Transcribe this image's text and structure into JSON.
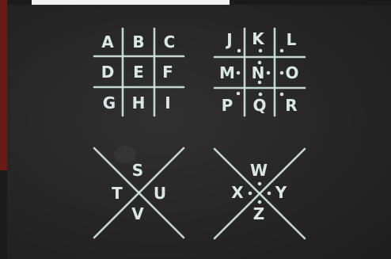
{
  "grid_plain": {
    "letters": [
      "A",
      "B",
      "C",
      "D",
      "E",
      "F",
      "G",
      "H",
      "I"
    ]
  },
  "grid_dotted": {
    "letters": [
      "J",
      "K",
      "L",
      "M",
      "N",
      "O",
      "P",
      "Q",
      "R"
    ]
  },
  "x_plain": {
    "top": "S",
    "left": "T",
    "right": "U",
    "bottom": "V"
  },
  "x_dotted": {
    "top": "W",
    "left": "X",
    "right": "Y",
    "bottom": "Z"
  },
  "colors": {
    "board": "#262626",
    "chalk": "#cfe6e0"
  }
}
